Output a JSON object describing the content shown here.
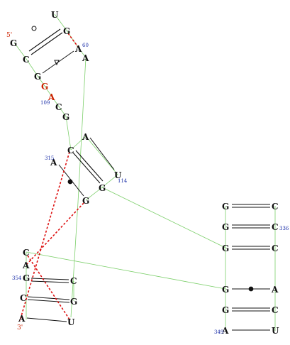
{
  "nucleotides": {
    "u_top": "U",
    "g5": "G",
    "c_a": "C",
    "g_b": "G",
    "g_red": "G",
    "a_red": "A",
    "c_c": "C",
    "g_d": "G",
    "g_top": "G",
    "a_60": "A",
    "a_ext": "A",
    "a_mid": "A",
    "c_mid": "C",
    "a_315": "A",
    "u_114": "U",
    "g_mid": "G",
    "g_low": "G",
    "g_r1": "G",
    "c_r1": "C",
    "g_r2": "G",
    "c_r2": "C",
    "g_r3": "G",
    "c_r3": "C",
    "g_r4": "G",
    "a_r4": "A",
    "g_r5": "G",
    "c_r5": "C",
    "a_r6": "A",
    "u_r6": "U",
    "c_l1": "C",
    "a_l1": "A",
    "g_354": "G",
    "c_l2": "C",
    "c_l3": "C",
    "g_l3": "G",
    "a_l4": "A",
    "u_l4": "U"
  },
  "labels": {
    "five_prime": "5'",
    "three_prime": "3'",
    "n60": "60",
    "n109": "109",
    "n315": "315",
    "n114": "114",
    "n336": "336",
    "n354": "354",
    "n349": "349"
  },
  "colors": {
    "backbone": "#7ccf6a",
    "tertiary_interaction": "#dd1111",
    "number_labels": "#1a2ea8",
    "highlight_nucleotides": "#cc2200"
  }
}
